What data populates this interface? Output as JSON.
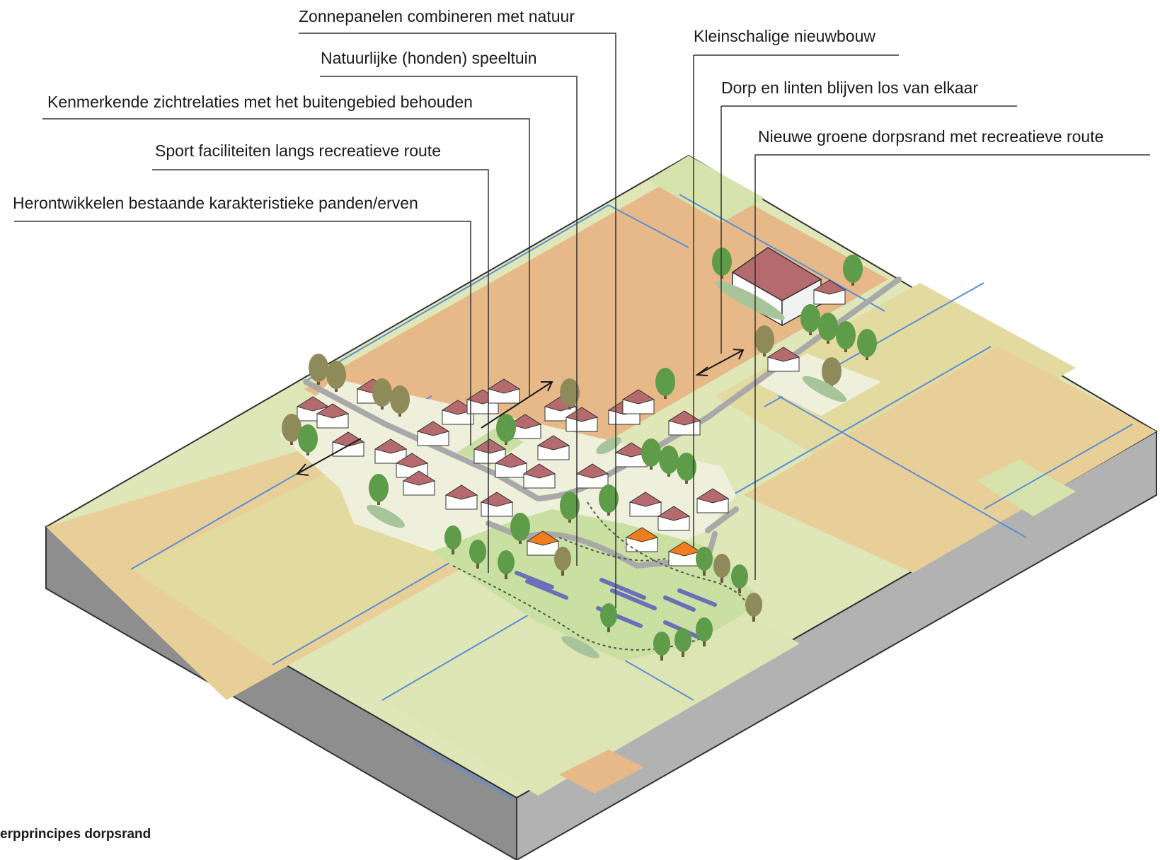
{
  "annotations": [
    {
      "id": "zonnepanelen",
      "text": "Zonnepanelen combineren met natuur"
    },
    {
      "id": "speeltuin",
      "text": "Natuurlijke (honden) speeltuin"
    },
    {
      "id": "zichtrelaties",
      "text": "Kenmerkende zichtrelaties met het buitengebied behouden"
    },
    {
      "id": "sport",
      "text": "Sport faciliteiten langs recreatieve route"
    },
    {
      "id": "herontwikkelen",
      "text": "Herontwikkelen bestaande karakteristieke panden/erven"
    },
    {
      "id": "nieuwbouw",
      "text": "Kleinschalige nieuwbouw"
    },
    {
      "id": "linten",
      "text": "Dorp en linten blijven los van elkaar"
    },
    {
      "id": "dorpsrand",
      "text": "Nieuwe groene dorpsrand met recreatieve route"
    }
  ],
  "caption": "erpprincipes dorpsrand",
  "colors": {
    "field_light_green": "#dfe6b8",
    "field_tan": "#e8cf98",
    "field_orange": "#e7b988",
    "field_khaki": "#e3da9f",
    "village_ground": "#eef0dc",
    "park_green": "#c9e0a2",
    "road": "#a9a9a9",
    "parcel_line": "#5a8fd6",
    "roof_red": "#b56a6e",
    "roof_orange": "#f07d1e",
    "tree_green": "#5f9c4a",
    "tree_olive": "#8f8a5a",
    "solar_panel": "#6a6fb8",
    "slab_side_dark": "#8e8e8e",
    "slab_side_light": "#b2b2b2"
  }
}
